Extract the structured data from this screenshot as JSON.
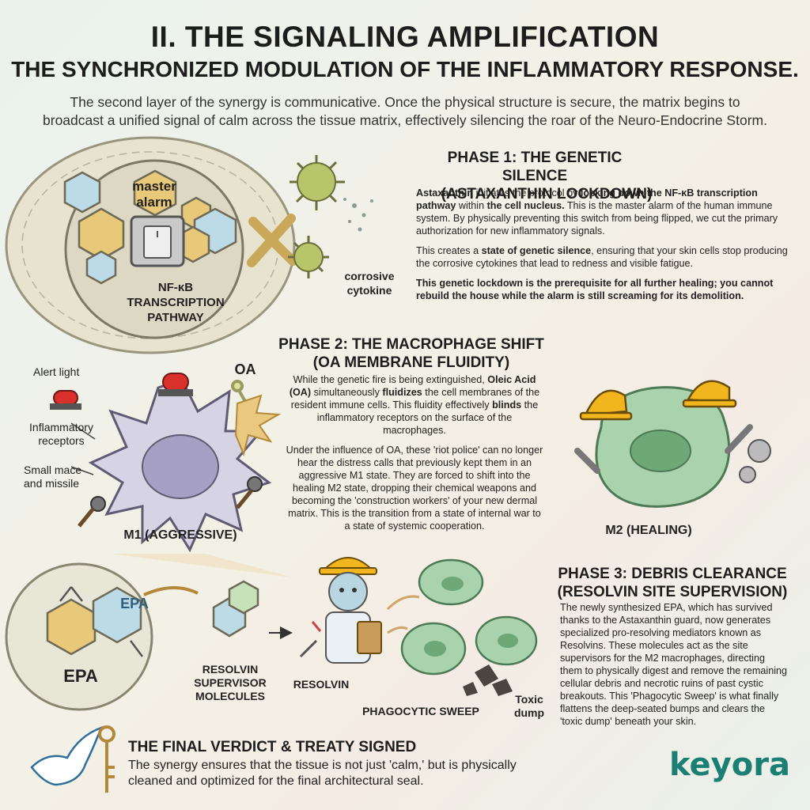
{
  "header": {
    "title": "II. THE SIGNALING AMPLIFICATION",
    "subtitle": "THE SYNCHRONIZED MODULATION OF THE INFLAMMATORY RESPONSE.",
    "intro": "The second layer of the synergy is communicative. Once the physical structure is secure, the matrix begins to broadcast a unified signal of calm across the tissue matrix, effectively silencing the roar of the Neuro-Endocrine Storm."
  },
  "phase1": {
    "heading_line1": "PHASE 1: THE GENETIC SILENCE",
    "heading_line2": "(ASTAXANTHIN LOCKDOWN)",
    "p1_a": "Astaxanthin",
    "p1_b": " initiates the protocol by ",
    "p1_c": "locking down the NF-κB transcription pathway",
    "p1_d": " within ",
    "p1_e": "the cell nucleus.",
    "p1_f": " This is the master alarm of the human immune system. By physically preventing this switch from being flipped, we cut the primary authorization for new inflammatory signals.",
    "p2_a": "This creates a ",
    "p2_b": "state of genetic silence",
    "p2_c": ", ensuring that your skin cells stop producing the corrosive cytokines that lead to redness and visible fatigue.",
    "p3": "This genetic lockdown is the prerequisite for all further healing; you cannot rebuild the house while the alarm is still screaming for its demolition."
  },
  "nucleus_labels": {
    "master_alarm": "master alarm",
    "nfkb": "NF-κB TRANSCRIPTION PATHWAY",
    "cytokine": "corrosive cytokine"
  },
  "phase2": {
    "heading_line1": "PHASE 2: THE MACROPHAGE SHIFT",
    "heading_line2": "(OA MEMBRANE FLUIDITY)",
    "p1_a": "While the genetic fire is being extinguished, ",
    "p1_b": "Oleic Acid (OA)",
    "p1_c": " simultaneously ",
    "p1_d": "fluidizes",
    "p1_e": " the cell membranes of the resident immune cells. This fluidity effectively ",
    "p1_f": "blinds",
    "p1_g": " the inflammatory receptors on the surface of the macrophages.",
    "p2": "Under the influence of OA, these 'riot police' can no longer hear the distress calls that previously kept them in an aggressive M1 state. They are forced to shift into the healing M2 state, dropping their chemical weapons and becoming the 'construction workers' of your new dermal matrix. This is the transition from a state of internal war to a state of systemic cooperation."
  },
  "m1_labels": {
    "alert_light": "Alert light",
    "oa": "OA",
    "receptors": "Inflammatory receptors",
    "mace": "Small mace and missile",
    "m1": "M1 (AGGRESSIVE)"
  },
  "m2_labels": {
    "m2": "M2 (HEALING)"
  },
  "phase3": {
    "heading_line1": "PHASE 3: DEBRIS CLEARANCE",
    "heading_line2": "(RESOLVIN SITE SUPERVISION)",
    "body": "The newly synthesized EPA, which has survived thanks to the Astaxanthin guard, now generates specialized pro-resolving mediators known as Resolvins. These molecules act as the site supervisors for the M2 macrophages, directing them to physically digest and remove the remaining cellular debris and necrotic ruins of past cystic breakouts. This 'Phagocytic Sweep' is what finally flattens the deep-seated bumps and clears the 'toxic dump' beneath your skin."
  },
  "epa_labels": {
    "epa_hex": "EPA",
    "epa": "EPA",
    "resolvin_supervisor": "RESOLVIN SUPERVISOR MOLECULES",
    "resolvin": "RESOLVIN",
    "sweep": "PHAGOCYTIC SWEEP",
    "toxic": "Toxic dump"
  },
  "verdict": {
    "heading": "THE FINAL VERDICT & TREATY SIGNED",
    "body": "The synergy ensures that the tissue is not just 'calm,' but is physically cleaned and optimized for the final architectural seal."
  },
  "brand": {
    "name": "keyora"
  },
  "colors": {
    "nucleus": "#dcd8c4",
    "hex_gold": "#e8c879",
    "hex_blue": "#bcdbe6",
    "hex_green": "#c7e2b9",
    "cell_green": "#a9d3ad",
    "m1_gray": "#d6d4e4",
    "alarm_red": "#d9302b",
    "helmet": "#f1b61e",
    "brand": "#1b7f74"
  }
}
